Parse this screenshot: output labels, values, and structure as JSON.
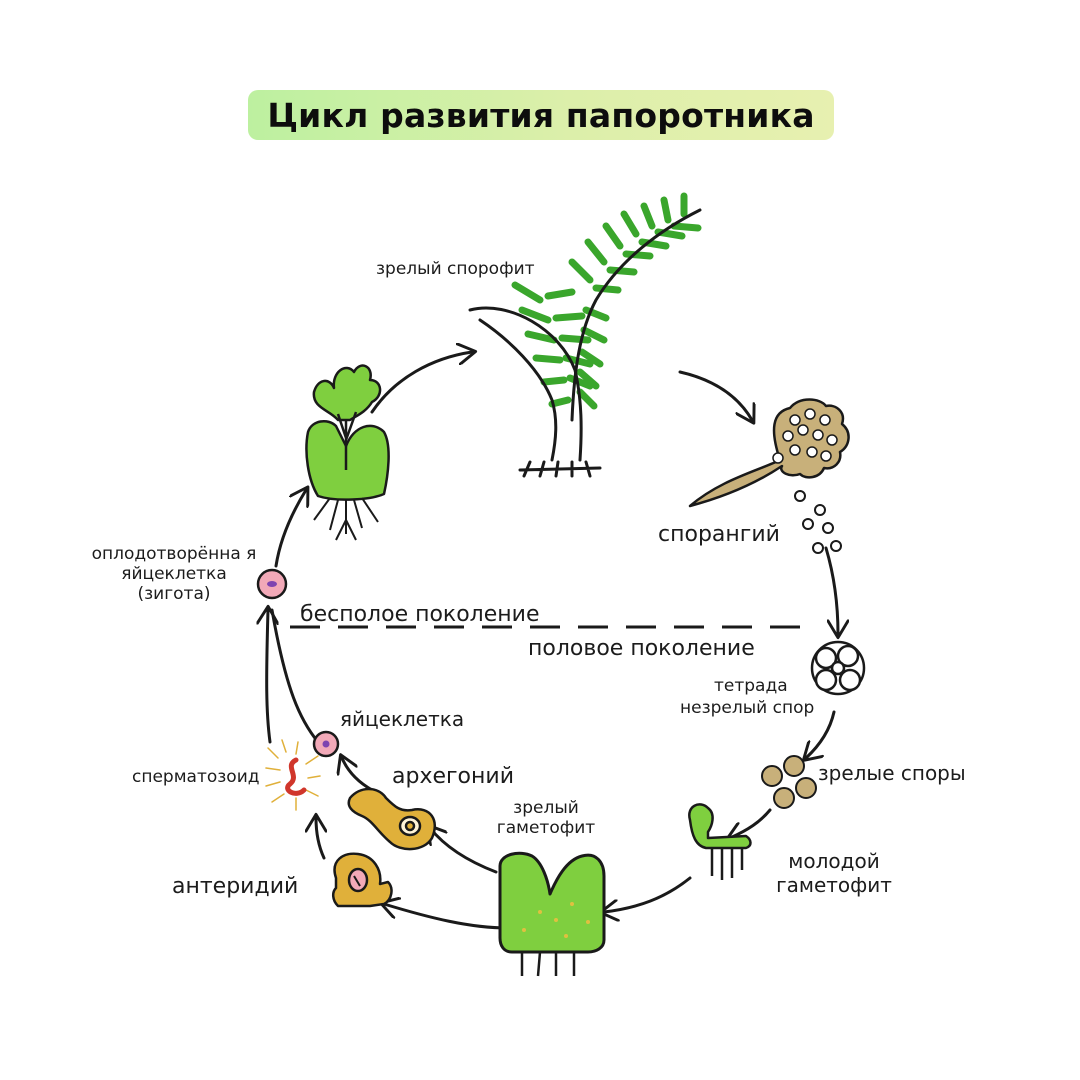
{
  "title": "Цикл развития папоротника",
  "labels": {
    "mature_sporophyte": "зрелый спорофит",
    "sporangium": "спорангий",
    "asexual_generation": "бесполое поколение",
    "sexual_generation": "половое поколение",
    "tetrad": "тетрада",
    "immature_spores": "незрелый спор",
    "mature_spores": "зрелые споры",
    "young_gametophyte": "молодой гаметофит",
    "mature_gametophyte": "зрелый гаметофит",
    "archegonium": "архегоний",
    "egg_cell": "яйцеклетка",
    "sperm": "сперматозоид",
    "antheridium": "антеридий",
    "zygote": "оплодотворённа я яйцеклетка (зигота)"
  },
  "colors": {
    "leaf_green": "#7fcf3f",
    "fern_green": "#3aa62c",
    "brown": "#c8b07a",
    "ochre": "#e0b03a",
    "pink": "#f2a9b8",
    "line": "#1a1a1a"
  }
}
